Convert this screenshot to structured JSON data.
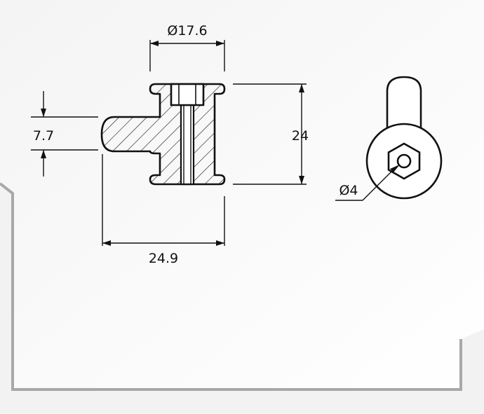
{
  "drawing": {
    "dimensions": {
      "outer_diameter": "Ø17.6",
      "boss_diameter": "7.7",
      "height": "24",
      "overall_length": "24.9",
      "bore_diameter": "Ø4"
    },
    "colors": {
      "background": "#f2f2f2",
      "sheet": "#ffffff",
      "frame": "#a8a8a8",
      "line": "#111111"
    }
  }
}
